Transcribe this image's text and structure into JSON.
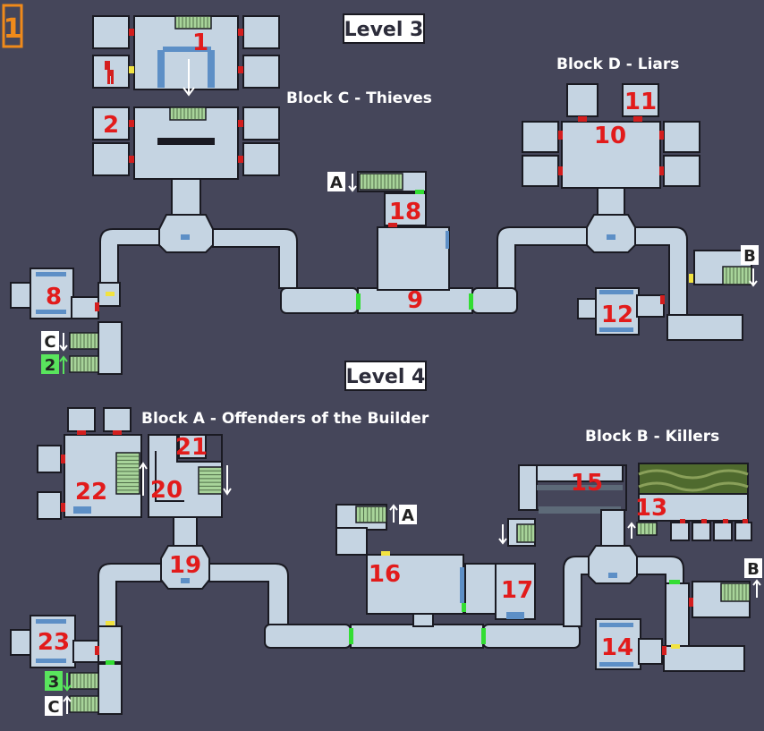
{
  "page_marker": "1",
  "levels": {
    "level3": "Level 3",
    "level4": "Level 4"
  },
  "blocks": {
    "c": "Block C - Thieves",
    "d": "Block D - Liars",
    "a": "Block A - Offenders of the Builder",
    "b": "Block B - Killers"
  },
  "rooms": {
    "r1": "1",
    "r2": "2",
    "r8": "8",
    "r9": "9",
    "r10": "10",
    "r11": "11",
    "r12": "12",
    "r13": "13",
    "r14": "14",
    "r15": "15",
    "r16": "16",
    "r17": "17",
    "r18": "18",
    "r19": "19",
    "r20": "20",
    "r21": "21",
    "r22": "22",
    "r23": "23"
  },
  "stair_tags": {
    "a_down": "A",
    "b_down": "B",
    "c_down": "C",
    "l2_up": "2",
    "a_up": "A",
    "b_up": "B",
    "l3_down": "3",
    "c_up": "C"
  },
  "colors": {
    "background": "#45465a",
    "room_fill": "#c5d4e2",
    "room_number": "#e21b1b",
    "door_green": "#33dd33",
    "door_yellow": "#f2e340",
    "door_red": "#d41e1e",
    "level_tag_green": "#59e45d"
  }
}
